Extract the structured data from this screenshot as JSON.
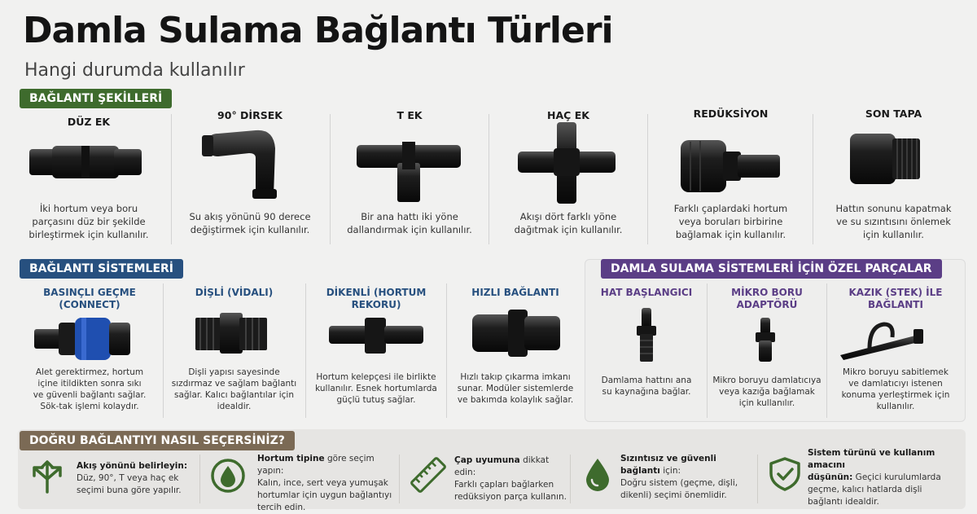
{
  "header": {
    "title": "Damla Sulama Bağlantı Türleri",
    "subtitle": "Hangi durumda kullanılır"
  },
  "shapes": {
    "heading": "BAĞLANTI ŞEKİLLERİ",
    "items": [
      {
        "name": "DÜZ EK",
        "desc": [
          "İki hortum veya boru",
          "parçasını düz bir şekilde",
          "birleştirmek için kullanılır."
        ]
      },
      {
        "name": "90° DİRSEK",
        "desc": [
          "Su akış yönünü 90 derece",
          "değiştirmek için kullanılır."
        ]
      },
      {
        "name": "T EK",
        "desc": [
          "Bir ana hattı iki yöne",
          "dallandırmak için kullanılır."
        ]
      },
      {
        "name": "HAÇ EK",
        "desc": [
          "Akışı dört farklı yöne",
          "dağıtmak için kullanılır."
        ]
      },
      {
        "name": "REDÜKSİYON",
        "desc": [
          "Farklı çaplardaki hortum",
          "veya boruları birbirine",
          "bağlamak için kullanılır."
        ]
      },
      {
        "name": "SON TAPA",
        "desc": [
          "Hattın sonunu kapatmak",
          "ve su sızıntısını önlemek",
          "için kullanılır."
        ]
      }
    ]
  },
  "systems": {
    "heading": "BAĞLANTI SİSTEMLERİ",
    "items": [
      {
        "name": [
          "BASINÇLI GEÇME",
          "(CONNECT)"
        ],
        "desc": [
          "Alet gerektirmez, hortum",
          "içine itildikten sonra sıkı",
          "ve güvenli bağlantı sağlar.",
          "Sök-tak işlemi kolaydır."
        ]
      },
      {
        "name": [
          "DİŞLİ (VİDALI)"
        ],
        "desc": [
          "Dişli yapısı sayesinde",
          "sızdırmaz ve sağlam bağlantı",
          "sağlar. Kalıcı bağlantılar için",
          "idealdir."
        ]
      },
      {
        "name": [
          "DİKENLİ (HORTUM REKORU)"
        ],
        "desc": [
          "Hortum kelepçesi ile birlikte",
          "kullanılır. Esnek hortumlarda",
          "güçlü tutuş sağlar."
        ]
      },
      {
        "name": [
          "HIZLI BAĞLANTI"
        ],
        "desc": [
          "Hızlı takıp çıkarma imkanı",
          "sunar. Modüler sistemlerde",
          "ve bakımda kolaylık sağlar."
        ]
      }
    ]
  },
  "special": {
    "heading": "DAMLA SULAMA SİSTEMLERİ İÇİN ÖZEL PARÇALAR",
    "items": [
      {
        "name": [
          "HAT BAŞLANGICI"
        ],
        "desc": [
          "Damlama hattını ana",
          "su kaynağına bağlar."
        ]
      },
      {
        "name": [
          "MİKRO BORU",
          "ADAPTÖRÜ"
        ],
        "desc": [
          "Mikro boruyu damlatıcıya",
          "veya kazığa bağlamak",
          "için kullanılır."
        ]
      },
      {
        "name": [
          "KAZIK (STEK) İLE",
          "BAĞLANTI"
        ],
        "desc": [
          "Mikro boruyu sabitlemek",
          "ve damlatıcıyı istenen",
          "konuma yerleştirmek için",
          "kullanılır."
        ]
      }
    ]
  },
  "guide": {
    "heading": "DOĞRU BAĞLANTIYI NASIL SEÇERSİNİZ?",
    "tips": [
      {
        "bold": "Akış yönünü belirleyin:",
        "lines": [
          "Düz, 90°, T veya haç ek",
          "seçimi buna göre yapılır."
        ]
      },
      {
        "bold": "Hortum tipine",
        "rest": " göre seçim yapın:",
        "lines": [
          "Kalın, ince, sert veya yumuşak",
          "hortumlar için uygun bağlantıyı",
          "tercih edin."
        ]
      },
      {
        "bold": "Çap uyumuna",
        "rest": " dikkat edin:",
        "lines": [
          "Farklı çapları bağlarken",
          "redüksiyon parça kullanın."
        ]
      },
      {
        "bold": "Sızıntısız ve güvenli bağlantı",
        "rest": " için:",
        "lines": [
          "Doğru sistem (geçme, dişli,",
          "dikenli) seçimi önemlidir."
        ]
      },
      {
        "bold": "Sistem türünü ve kullanım amacını",
        "rest": "",
        "lines2": [
          "düşünün:",
          " Geçici kurulumlarda"
        ],
        "lines": [
          "geçme, kalıcı hatlarda dişli",
          "bağlantı idealdir."
        ]
      }
    ]
  },
  "icons": [
    "direction-arrows-icon",
    "water-drop-circle-icon",
    "ruler-icon",
    "water-drop-icon",
    "shield-check-icon"
  ],
  "colors": {
    "green": "#3e6b2d",
    "blue": "#27507f",
    "purple": "#5b3e86",
    "brown": "#7b6a55"
  }
}
